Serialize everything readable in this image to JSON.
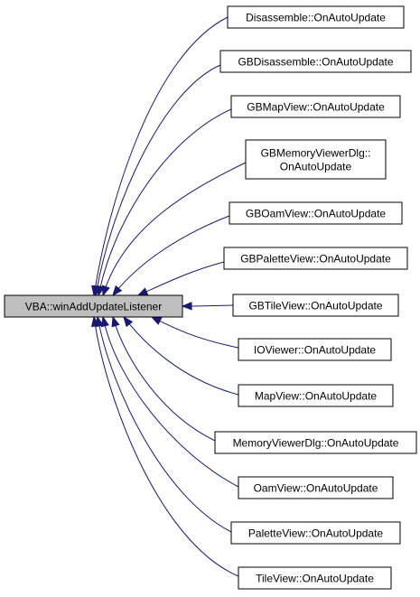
{
  "colors": {
    "edge": "#191970",
    "root_fill": "#bfbfbf",
    "node_fill": "#ffffff",
    "border": "#000000"
  },
  "root": {
    "label": "VBA::winAddUpdateListener"
  },
  "callers": [
    {
      "lines": [
        "Disassemble::OnAutoUpdate"
      ]
    },
    {
      "lines": [
        "GBDisassemble::OnAutoUpdate"
      ]
    },
    {
      "lines": [
        "GBMapView::OnAutoUpdate"
      ]
    },
    {
      "lines": [
        "GBMemoryViewerDlg::",
        "OnAutoUpdate"
      ]
    },
    {
      "lines": [
        "GBOamView::OnAutoUpdate"
      ]
    },
    {
      "lines": [
        "GBPaletteView::OnAutoUpdate"
      ]
    },
    {
      "lines": [
        "GBTileView::OnAutoUpdate"
      ]
    },
    {
      "lines": [
        "IOViewer::OnAutoUpdate"
      ]
    },
    {
      "lines": [
        "MapView::OnAutoUpdate"
      ]
    },
    {
      "lines": [
        "MemoryViewerDlg::OnAutoUpdate"
      ]
    },
    {
      "lines": [
        "OamView::OnAutoUpdate"
      ]
    },
    {
      "lines": [
        "PaletteView::OnAutoUpdate"
      ]
    },
    {
      "lines": [
        "TileView::OnAutoUpdate"
      ]
    }
  ]
}
